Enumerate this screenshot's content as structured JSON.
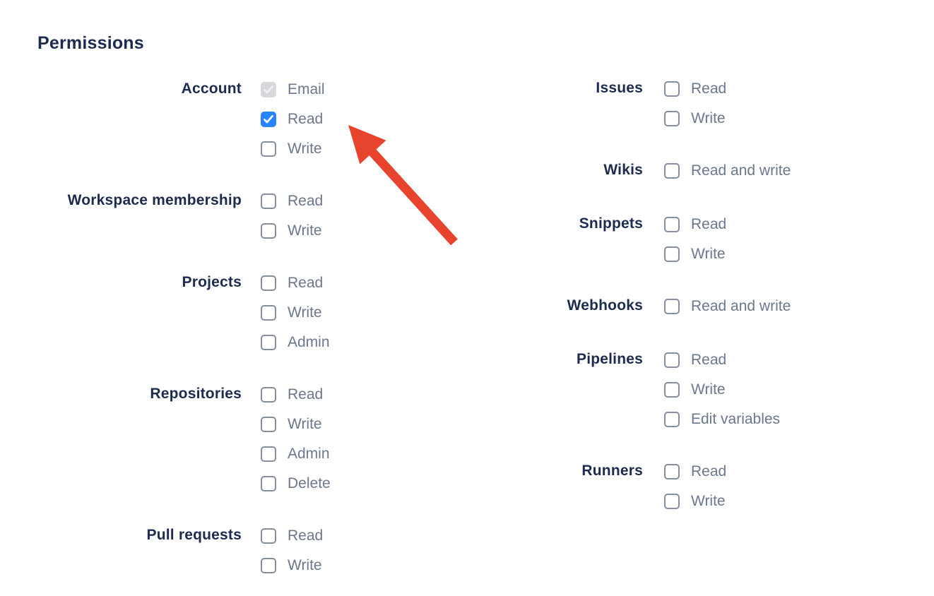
{
  "heading": "Permissions",
  "colors": {
    "heading_text": "#1C2B4F",
    "section_label_text": "#1C2B4F",
    "item_label_text": "#6B778C",
    "checkbox_border": "#838E9E",
    "checkbox_checked_bg": "#2684FF",
    "checkbox_checked_mark": "#FFFFFF",
    "checkbox_disabled_bg": "#D5D8DD",
    "checkbox_disabled_mark": "#EDEFF2",
    "arrow": "#E8432C",
    "background": "#FFFFFF"
  },
  "permissions": {
    "columns": [
      {
        "side": "left",
        "sections": [
          {
            "label": "Account",
            "items": [
              {
                "label": "Email",
                "state": "disabled-checked"
              },
              {
                "label": "Read",
                "state": "checked"
              },
              {
                "label": "Write",
                "state": "unchecked"
              }
            ]
          },
          {
            "label": "Workspace membership",
            "items": [
              {
                "label": "Read",
                "state": "unchecked"
              },
              {
                "label": "Write",
                "state": "unchecked"
              }
            ]
          },
          {
            "label": "Projects",
            "items": [
              {
                "label": "Read",
                "state": "unchecked"
              },
              {
                "label": "Write",
                "state": "unchecked"
              },
              {
                "label": "Admin",
                "state": "unchecked"
              }
            ]
          },
          {
            "label": "Repositories",
            "items": [
              {
                "label": "Read",
                "state": "unchecked"
              },
              {
                "label": "Write",
                "state": "unchecked"
              },
              {
                "label": "Admin",
                "state": "unchecked"
              },
              {
                "label": "Delete",
                "state": "unchecked"
              }
            ]
          },
          {
            "label": "Pull requests",
            "items": [
              {
                "label": "Read",
                "state": "unchecked"
              },
              {
                "label": "Write",
                "state": "unchecked"
              }
            ]
          }
        ]
      },
      {
        "side": "right",
        "sections": [
          {
            "label": "Issues",
            "items": [
              {
                "label": "Read",
                "state": "unchecked"
              },
              {
                "label": "Write",
                "state": "unchecked"
              }
            ]
          },
          {
            "label": "Wikis",
            "items": [
              {
                "label": "Read and write",
                "state": "unchecked"
              }
            ]
          },
          {
            "label": "Snippets",
            "items": [
              {
                "label": "Read",
                "state": "unchecked"
              },
              {
                "label": "Write",
                "state": "unchecked"
              }
            ]
          },
          {
            "label": "Webhooks",
            "items": [
              {
                "label": "Read and write",
                "state": "unchecked"
              }
            ]
          },
          {
            "label": "Pipelines",
            "items": [
              {
                "label": "Read",
                "state": "unchecked"
              },
              {
                "label": "Write",
                "state": "unchecked"
              },
              {
                "label": "Edit variables",
                "state": "unchecked"
              }
            ]
          },
          {
            "label": "Runners",
            "items": [
              {
                "label": "Read",
                "state": "unchecked"
              },
              {
                "label": "Write",
                "state": "unchecked"
              }
            ]
          }
        ]
      }
    ]
  },
  "annotation": {
    "type": "arrow",
    "color": "#E8432C",
    "points_at": "Account Read checkbox"
  }
}
